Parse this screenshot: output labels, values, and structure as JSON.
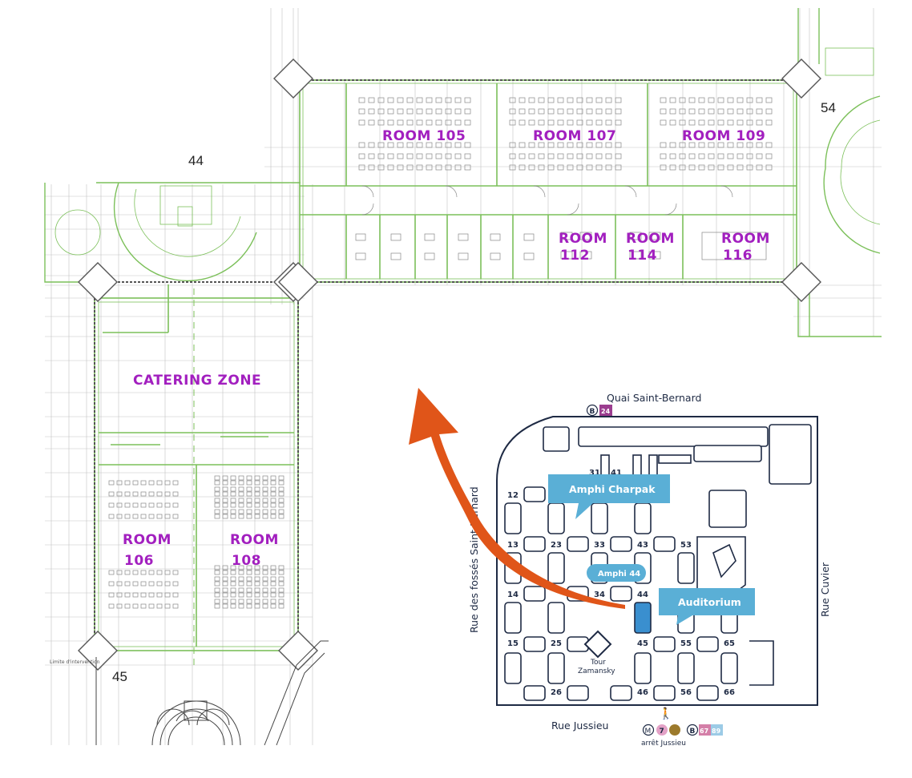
{
  "floor_plan": {
    "wing_numbers": {
      "left_top": "44",
      "left_bottom": "45",
      "right": "54"
    },
    "rooms": {
      "r105": "ROOM 105",
      "r107": "ROOM 107",
      "r109": "ROOM 109",
      "r112_a": "ROOM",
      "r112_b": "112",
      "r114_a": "ROOM",
      "r114_b": "114",
      "r116_a": "ROOM",
      "r116_b": "116",
      "r106_a": "ROOM",
      "r106_b": "106",
      "r108_a": "ROOM",
      "r108_b": "108",
      "catering": "CATERING ZONE"
    },
    "limit_label": "Limite d'intervention"
  },
  "campus_map": {
    "streets": {
      "north": "Quai Saint-Bernard",
      "west": "Rue des fossés Saint-Bernard",
      "east": "Rue Cuvier",
      "south": "Rue Jussieu"
    },
    "buildings": [
      "12",
      "13",
      "14",
      "15",
      "23",
      "25",
      "26",
      "31",
      "33",
      "34",
      "41",
      "43",
      "44",
      "45",
      "46",
      "53",
      "55",
      "56",
      "65",
      "66"
    ],
    "tower_label_1": "Tour",
    "tower_label_2": "Zamansky",
    "callouts": {
      "charpak": "Amphi Charpak",
      "amphi44": "Amphi 44",
      "auditorium": "Auditorium"
    },
    "transit": {
      "north_bus_letter": "B",
      "north_bus_line": "24",
      "metro_letter": "M",
      "metro_line": "7",
      "south_bus_letter": "B",
      "bus_line_1": "67",
      "bus_line_2": "89",
      "stop_name": "arrêt Jussieu"
    },
    "colors": {
      "outline": "#1e2a44",
      "callout": "#5aafd6",
      "highlight": "#3a8fcf",
      "arrow": "#e05519",
      "room_label": "#a21fbf",
      "plan_wall": "#7cc05a"
    }
  }
}
